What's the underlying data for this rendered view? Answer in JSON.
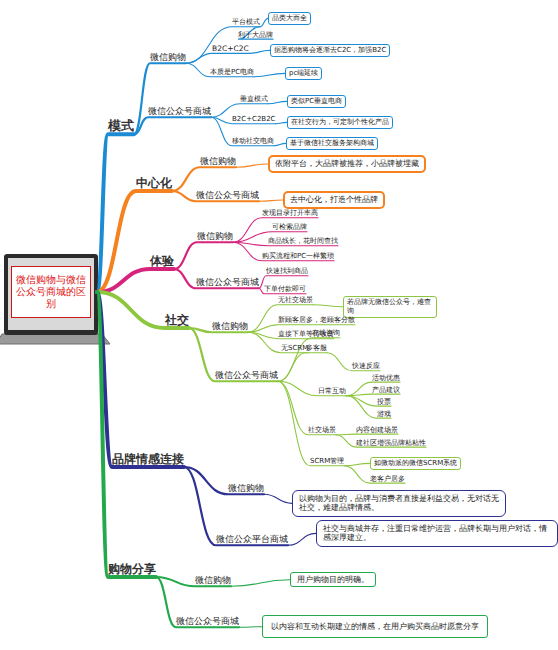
{
  "diagram": {
    "nodes": [
      {
        "text": [
          "微信购物与微信公众号商城的区别"
        ]
      },
      {
        "text": [
          "模式"
        ]
      },
      {
        "text": [
          "微信购物"
        ]
      },
      {
        "text": [
          "平台模式"
        ]
      },
      {
        "text": [
          "品类大而全"
        ]
      },
      {
        "text": [
          "利于大品牌"
        ]
      },
      {
        "text": [
          "B2C+C2C"
        ]
      },
      {
        "text": [
          "据悉购物将会逐渐去C2C，加强B2C"
        ]
      },
      {
        "text": [
          "本质是PC电商"
        ]
      },
      {
        "text": [
          "pc端延续"
        ]
      },
      {
        "text": [
          "微信公众号商城"
        ]
      },
      {
        "text": [
          "垂直模式"
        ]
      },
      {
        "text": [
          "类似PC垂直电商"
        ]
      },
      {
        "text": [
          "B2C+C2B2C"
        ]
      },
      {
        "text": [
          "在社交行为，可定制个性化产品"
        ]
      },
      {
        "text": [
          "移动社交电商"
        ]
      },
      {
        "text": [
          "基于微信社交服务架构商城"
        ]
      },
      {
        "text": [
          "中心化"
        ]
      },
      {
        "text": [
          "微信购物"
        ]
      },
      {
        "text": [
          "依附平台，大品牌被推荐，小品牌被埋藏"
        ]
      },
      {
        "text": [
          "微信公众号商城"
        ]
      },
      {
        "text": [
          "去中心化，打造个性品牌"
        ]
      },
      {
        "text": [
          "体验"
        ]
      },
      {
        "text": [
          "微信购物"
        ]
      },
      {
        "text": [
          "发现目录打开率高"
        ]
      },
      {
        "text": [
          "可检索品牌"
        ]
      },
      {
        "text": [
          "商品线长，花时间查找"
        ]
      },
      {
        "text": [
          "购买流程和PC一样繁琐"
        ]
      },
      {
        "text": [
          "微信公众号商城"
        ]
      },
      {
        "text": [
          "快速找到商品"
        ]
      },
      {
        "text": [
          "下单付款即可"
        ]
      },
      {
        "text": [
          "社交"
        ]
      },
      {
        "text": [
          "微信购物"
        ]
      },
      {
        "text": [
          "无社交场景"
        ]
      },
      {
        "text": [
          "若品牌无微信公众号，难查询"
        ]
      },
      {
        "text": [
          "新顾客居多，老顾客分散"
        ]
      },
      {
        "text": [
          "直接下单等待收货"
        ]
      },
      {
        "text": [
          "无SCRM"
        ]
      },
      {
        "text": [
          "微信公众号商城"
        ]
      },
      {
        "text": [
          "在线咨询"
        ]
      },
      {
        "text": [
          "多客服"
        ]
      },
      {
        "text": [
          "快速反应"
        ]
      },
      {
        "text": [
          "日常互动"
        ]
      },
      {
        "text": [
          "活动优惠"
        ]
      },
      {
        "text": [
          "产品建议"
        ]
      },
      {
        "text": [
          "投票"
        ]
      },
      {
        "text": [
          "游戏"
        ]
      },
      {
        "text": [
          "社交场景"
        ]
      },
      {
        "text": [
          "内容创建场景"
        ]
      },
      {
        "text": [
          "建社区增强品牌粘粘性"
        ]
      },
      {
        "text": [
          "SCRM管理"
        ]
      },
      {
        "text": [
          "如微动派的微信SCRM系统"
        ]
      },
      {
        "text": [
          "老客户居多"
        ]
      },
      {
        "text": [
          "品牌情感连接"
        ]
      },
      {
        "text": [
          "微信购物"
        ]
      },
      {
        "text": [
          "以购物为目的，品牌与消费者直接是利益交易，无对话无社交，难建品牌情感。"
        ]
      },
      {
        "text": [
          "微信公众平台商城"
        ]
      },
      {
        "text": [
          "社交与商城并存，注重日常维护运营，品牌长期与用户对话，情感深厚建立。"
        ]
      },
      {
        "text": [
          "购物分享"
        ]
      },
      {
        "text": [
          "微信购物"
        ]
      },
      {
        "text": [
          "用户购物目的明确。"
        ]
      },
      {
        "text": [
          "微信公众号商城"
        ]
      },
      {
        "text": [
          "以内容和互动长期建立的情感，在用户购买商品时愿意分享"
        ]
      }
    ],
    "edges": [
      {
        "from": 0,
        "to": 1,
        "arrow": "none"
      },
      {
        "from": 1,
        "to": 2,
        "arrow": "none"
      },
      {
        "from": 2,
        "to": 3,
        "arrow": "none"
      },
      {
        "from": 3,
        "to": 4,
        "arrow": "none"
      },
      {
        "from": 3,
        "to": 5,
        "arrow": "none"
      },
      {
        "from": 2,
        "to": 6,
        "arrow": "none"
      },
      {
        "from": 6,
        "to": 7,
        "arrow": "none"
      },
      {
        "from": 2,
        "to": 8,
        "arrow": "none"
      },
      {
        "from": 8,
        "to": 9,
        "arrow": "none"
      },
      {
        "from": 1,
        "to": 10,
        "arrow": "none"
      },
      {
        "from": 10,
        "to": 11,
        "arrow": "none"
      },
      {
        "from": 11,
        "to": 12,
        "arrow": "none"
      },
      {
        "from": 10,
        "to": 13,
        "arrow": "none"
      },
      {
        "from": 13,
        "to": 14,
        "arrow": "none"
      },
      {
        "from": 10,
        "to": 15,
        "arrow": "none"
      },
      {
        "from": 15,
        "to": 16,
        "arrow": "none"
      },
      {
        "from": 0,
        "to": 17,
        "arrow": "none"
      },
      {
        "from": 17,
        "to": 18,
        "arrow": "none"
      },
      {
        "from": 18,
        "to": 19,
        "arrow": "none"
      },
      {
        "from": 17,
        "to": 20,
        "arrow": "none"
      },
      {
        "from": 20,
        "to": 21,
        "arrow": "none"
      },
      {
        "from": 0,
        "to": 22,
        "arrow": "none"
      },
      {
        "from": 22,
        "to": 23,
        "arrow": "none"
      },
      {
        "from": 23,
        "to": 24,
        "arrow": "none"
      },
      {
        "from": 23,
        "to": 25,
        "arrow": "none"
      },
      {
        "from": 23,
        "to": 26,
        "arrow": "none"
      },
      {
        "from": 23,
        "to": 27,
        "arrow": "none"
      },
      {
        "from": 22,
        "to": 28,
        "arrow": "none"
      },
      {
        "from": 28,
        "to": 29,
        "arrow": "none"
      },
      {
        "from": 28,
        "to": 30,
        "arrow": "none"
      },
      {
        "from": 0,
        "to": 31,
        "arrow": "none"
      },
      {
        "from": 31,
        "to": 32,
        "arrow": "none"
      },
      {
        "from": 32,
        "to": 33,
        "arrow": "none"
      },
      {
        "from": 33,
        "to": 34,
        "arrow": "none"
      },
      {
        "from": 32,
        "to": 35,
        "arrow": "none"
      },
      {
        "from": 32,
        "to": 36,
        "arrow": "none"
      },
      {
        "from": 32,
        "to": 37,
        "arrow": "none"
      },
      {
        "from": 31,
        "to": 38,
        "arrow": "none"
      },
      {
        "from": 38,
        "to": 39,
        "arrow": "none"
      },
      {
        "from": 38,
        "to": 40,
        "arrow": "none"
      },
      {
        "from": 40,
        "to": 41,
        "arrow": "none"
      },
      {
        "from": 38,
        "to": 42,
        "arrow": "none"
      },
      {
        "from": 42,
        "to": 43,
        "arrow": "none"
      },
      {
        "from": 42,
        "to": 44,
        "arrow": "none"
      },
      {
        "from": 42,
        "to": 45,
        "arrow": "none"
      },
      {
        "from": 42,
        "to": 46,
        "arrow": "none"
      },
      {
        "from": 38,
        "to": 47,
        "arrow": "none"
      },
      {
        "from": 47,
        "to": 48,
        "arrow": "none"
      },
      {
        "from": 47,
        "to": 49,
        "arrow": "none"
      },
      {
        "from": 38,
        "to": 50,
        "arrow": "none"
      },
      {
        "from": 50,
        "to": 51,
        "arrow": "none"
      },
      {
        "from": 50,
        "to": 52,
        "arrow": "none"
      },
      {
        "from": 0,
        "to": 53,
        "arrow": "none"
      },
      {
        "from": 53,
        "to": 54,
        "arrow": "none"
      },
      {
        "from": 54,
        "to": 55,
        "arrow": "none"
      },
      {
        "from": 53,
        "to": 56,
        "arrow": "none"
      },
      {
        "from": 56,
        "to": 57,
        "arrow": "none"
      },
      {
        "from": 0,
        "to": 58,
        "arrow": "none"
      },
      {
        "from": 58,
        "to": 59,
        "arrow": "none"
      },
      {
        "from": 59,
        "to": 60,
        "arrow": "none"
      },
      {
        "from": 58,
        "to": 61,
        "arrow": "none"
      },
      {
        "from": 61,
        "to": 62,
        "arrow": "none"
      }
    ]
  }
}
